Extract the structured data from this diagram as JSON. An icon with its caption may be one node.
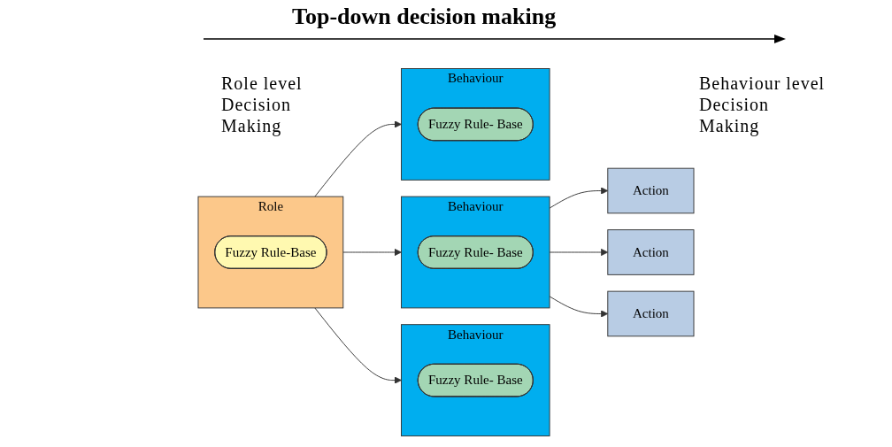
{
  "diagram": {
    "title": "Top-down decision making",
    "nodes": [
      {
        "text": [
          "Role"
        ]
      },
      {
        "text": [
          "Fuzzy Rule-Base"
        ],
        "in": 0
      },
      {
        "text": [
          "Behaviour"
        ]
      },
      {
        "text": [
          "Fuzzy Rule- Base"
        ],
        "in": 2
      },
      {
        "text": [
          "Behaviour"
        ]
      },
      {
        "text": [
          "Fuzzy Rule- Base"
        ],
        "in": 4
      },
      {
        "text": [
          "Behaviour"
        ]
      },
      {
        "text": [
          "Fuzzy Rule- Base"
        ],
        "in": 6
      },
      {
        "text": [
          "Action"
        ]
      },
      {
        "text": [
          "Action"
        ]
      },
      {
        "text": [
          "Action"
        ]
      }
    ],
    "edges": [
      {
        "from": 0,
        "to": 2,
        "arrow": "to"
      },
      {
        "from": 0,
        "to": 4,
        "arrow": "to"
      },
      {
        "from": 0,
        "to": 6,
        "arrow": "to"
      },
      {
        "from": 4,
        "to": 8,
        "arrow": "to"
      },
      {
        "from": 4,
        "to": 9,
        "arrow": "to"
      },
      {
        "from": 4,
        "to": 10,
        "arrow": "to"
      }
    ],
    "labels": [
      "Role level Decision Making",
      "Behaviour level Decision Making"
    ]
  }
}
